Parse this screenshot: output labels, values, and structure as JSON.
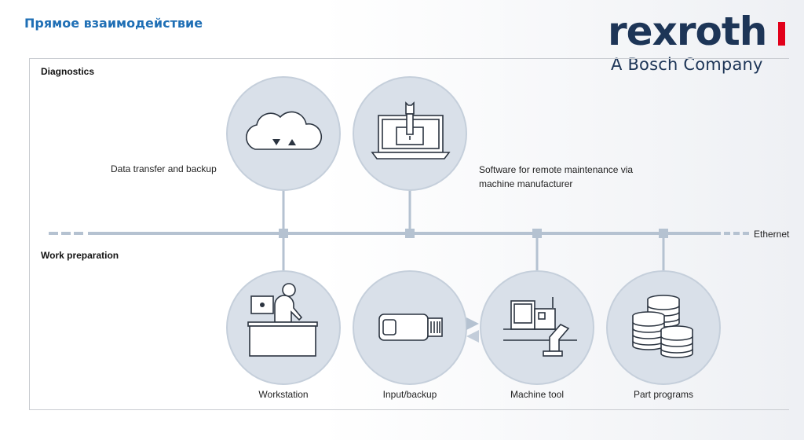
{
  "title": "Прямое взаимодействие",
  "logo": {
    "wordmark": "rexroth",
    "tagline": "A Bosch Company",
    "accent_color": "#e2001a",
    "brand_color": "#1d3557"
  },
  "sections": {
    "diagnostics": "Diagnostics",
    "work_preparation": "Work preparation"
  },
  "network": {
    "label": "Ethernet",
    "line_color": "#b5c2d1"
  },
  "nodes": {
    "cloud": {
      "label": "Data transfer and backup",
      "icon": "cloud-transfer-icon"
    },
    "remote": {
      "label_line1": "Software for remote maintenance via",
      "label_line2": "machine manufacturer",
      "icon": "laptop-wrench-icon"
    },
    "workstation": {
      "label": "Workstation",
      "icon": "person-at-desk-icon"
    },
    "input_backup": {
      "label": "Input/backup",
      "icon": "usb-stick-icon"
    },
    "machine_tool": {
      "label": "Machine tool",
      "icon": "cnc-machine-robot-icon"
    },
    "part_programs": {
      "label": "Part programs",
      "icon": "coin-stacks-icon"
    }
  },
  "colors": {
    "circle_fill": "#d9e0e9",
    "circle_stroke": "#c5cfdb",
    "icon_stroke": "#2b3440"
  }
}
